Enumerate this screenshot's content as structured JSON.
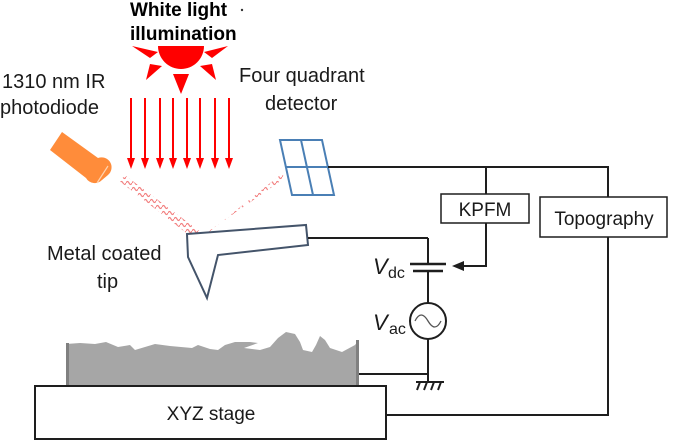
{
  "labels": {
    "white_light_line1": "White light",
    "white_light_line2": "illumination",
    "photodiode_line1": "1310 nm IR",
    "photodiode_line2": "photodiode",
    "detector_line1": "Four quadrant",
    "detector_line2": "detector",
    "tip_line1": "Metal coated",
    "tip_line2": "tip",
    "vdc_main": "V",
    "vdc_sub": "dc",
    "vac_main": "V",
    "vac_sub": "ac"
  },
  "boxes": {
    "kpfm": "KPFM",
    "topography": "Topography",
    "stage": "XYZ stage"
  },
  "colors": {
    "sun": "#ff0000",
    "light_rays": "#ff0000",
    "laser_beam": "#f28080",
    "photodiode": "#ff8c3a",
    "detector": "#4a7fb5",
    "cantilever": "#44546a",
    "sample": "#a6a6a6",
    "wire": "#1e1e1e"
  },
  "icons": {
    "sun": "sun-icon",
    "photodiode": "photodiode-icon",
    "detector": "quadrant-detector-icon",
    "cantilever": "cantilever-tip-icon",
    "capacitor": "capacitor-icon",
    "ac_source": "ac-source-icon",
    "ground": "ground-icon",
    "arrow": "arrow-left-icon"
  }
}
